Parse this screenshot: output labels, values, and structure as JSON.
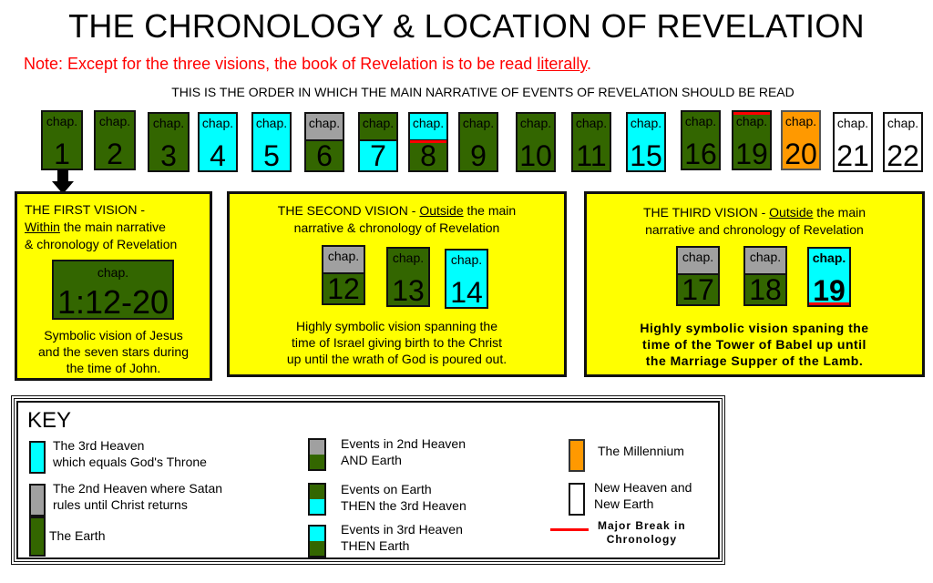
{
  "header": {
    "title": "THE CHRONOLOGY & LOCATION OF REVELATION",
    "note_prefix": "Note: Except for the three visions, the book of Revelation is to be read ",
    "note_underlined": "literally",
    "note_suffix": ".",
    "order_caption": "THIS IS THE ORDER IN WHICH THE MAIN NARRATIVE OF EVENTS OF REVELATION SHOULD BE READ"
  },
  "colors": {
    "earth": "#336600",
    "third_heaven": "#00ffff",
    "second_heaven": "#a0a0a0",
    "millennium": "#ff9900",
    "new_heaven_earth": "#ffffff",
    "vision_bg": "#ffff00",
    "major_break": "#ff0000"
  },
  "main_sequence": [
    {
      "label": "chap.",
      "number": "1",
      "type": "earth"
    },
    {
      "label": "chap.",
      "number": "2",
      "type": "earth"
    },
    {
      "label": "chap.",
      "number": "3",
      "type": "earth"
    },
    {
      "label": "chap.",
      "number": "4",
      "type": "third_heaven"
    },
    {
      "label": "chap.",
      "number": "5",
      "type": "third_heaven"
    },
    {
      "label": "chap.",
      "number": "6",
      "type": "second_heaven_and_earth"
    },
    {
      "label": "chap.",
      "number": "7",
      "type": "earth_then_third_heaven"
    },
    {
      "label": "chap.",
      "number": "8",
      "type": "third_heaven_then_earth",
      "major_break": "middle"
    },
    {
      "label": "chap.",
      "number": "9",
      "type": "earth"
    },
    {
      "label": "chap.",
      "number": "10",
      "type": "earth"
    },
    {
      "label": "chap.",
      "number": "11",
      "type": "earth"
    },
    {
      "label": "chap.",
      "number": "15",
      "type": "third_heaven"
    },
    {
      "label": "chap.",
      "number": "16",
      "type": "earth"
    },
    {
      "label": "chap.",
      "number": "19",
      "type": "earth",
      "major_break": "top"
    },
    {
      "label": "chap.",
      "number": "20",
      "type": "millennium"
    },
    {
      "label": "chap.",
      "number": "21",
      "type": "new_heaven_earth"
    },
    {
      "label": "chap.",
      "number": "22",
      "type": "new_heaven_earth"
    }
  ],
  "visions": [
    {
      "title": "THE FIRST VISION -",
      "underlined": "Within",
      "line2_rest": " the main narrative",
      "line3": "& chronology of Revelation",
      "chapters": [
        {
          "label": "chap.",
          "number": "1:12-20",
          "type": "earth"
        }
      ],
      "description": [
        "Symbolic vision of Jesus",
        "and the seven stars during",
        "the time of John."
      ]
    },
    {
      "title": "THE SECOND VISION - ",
      "underlined": "Outside",
      "line1_rest": " the main",
      "line2": "narrative & chronology of Revelation",
      "chapters": [
        {
          "label": "chap.",
          "number": "12",
          "type": "second_heaven_and_earth"
        },
        {
          "label": "chap.",
          "number": "13",
          "type": "earth"
        },
        {
          "label": "chap.",
          "number": "14",
          "type": "third_heaven"
        }
      ],
      "description": [
        "Highly symbolic vision spanning the",
        "time of Israel giving birth to the Christ",
        "up until the wrath of God is poured out."
      ]
    },
    {
      "title": "THE THIRD VISION - ",
      "underlined": "Outside",
      "line1_rest": " the main",
      "line2": "narrative and chronology of Revelation",
      "chapters": [
        {
          "label": "chap.",
          "number": "17",
          "type": "second_heaven_and_earth"
        },
        {
          "label": "chap.",
          "number": "18",
          "type": "second_heaven_and_earth"
        },
        {
          "label": "chap.",
          "number": "19",
          "type": "third_heaven",
          "major_break": "bottom"
        }
      ],
      "description": [
        "Highly symbolic vision spaning the",
        "time of the Tower of Babel up until",
        "the Marriage Supper of the Lamb."
      ]
    }
  ],
  "key": {
    "title": "KEY",
    "items": [
      {
        "line1": "The 3rd Heaven",
        "line2": "which equals God's Throne",
        "swatch": "third_heaven"
      },
      {
        "line1": "The 2nd Heaven where Satan",
        "line2": "rules until Christ returns",
        "swatch": "second_heaven"
      },
      {
        "line1": "The Earth",
        "line2": "",
        "swatch": "earth"
      },
      {
        "line1": "Events in 2nd Heaven",
        "line2": "AND Earth",
        "swatch": "second_heaven_and_earth"
      },
      {
        "line1": "Events on Earth",
        "line2": "THEN the 3rd Heaven",
        "swatch": "earth_then_third_heaven"
      },
      {
        "line1": "Events in 3rd Heaven",
        "line2": "THEN Earth",
        "swatch": "third_heaven_then_earth"
      },
      {
        "line1": "The Millennium",
        "line2": "",
        "swatch": "millennium"
      },
      {
        "line1": "New Heaven and",
        "line2": "New Earth",
        "swatch": "new_heaven_earth"
      },
      {
        "line1": "Major Break in",
        "line2": "Chronology",
        "swatch": "major_break_line"
      }
    ]
  }
}
